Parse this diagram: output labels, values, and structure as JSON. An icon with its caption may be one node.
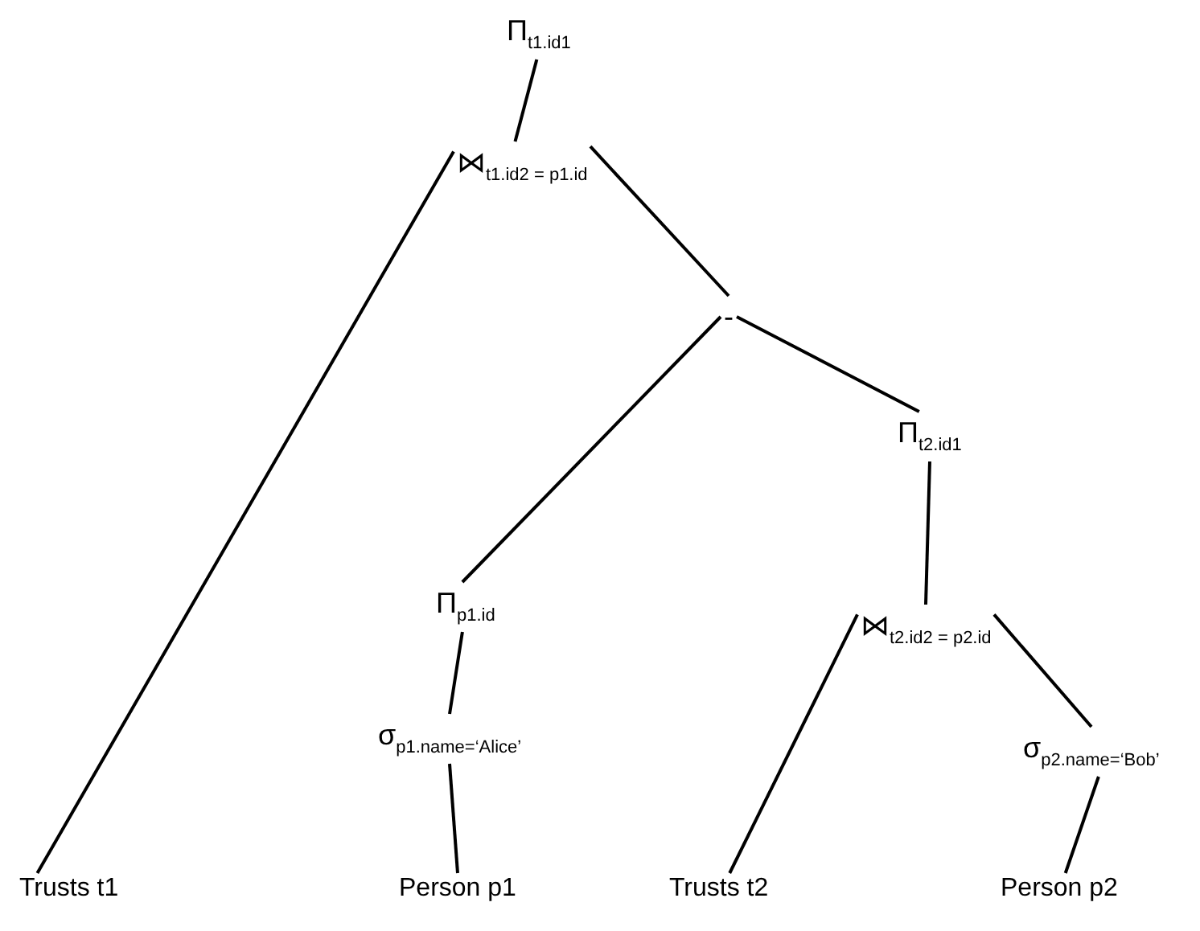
{
  "diagram": {
    "nodes": [
      {
        "text": [
          "Π$_{t1.id1}$"
        ]
      },
      {
        "text": [
          "⋈$_{t1.id2 = p1.id}$"
        ]
      },
      {
        "text": [
          "-"
        ]
      },
      {
        "text": [
          "Π$_{t2.id1}$"
        ]
      },
      {
        "text": [
          "Π$_{p1.id}$"
        ]
      },
      {
        "text": [
          "⋈$_{t2.id2 = p2.id}$"
        ]
      },
      {
        "text": [
          "σ$_{p1.name=‘Alice’}$"
        ]
      },
      {
        "text": [
          "σ$_{p2.name=‘Bob’}$"
        ]
      },
      {
        "text": [
          "Trusts t1"
        ]
      },
      {
        "text": [
          "Person p1"
        ]
      },
      {
        "text": [
          "Trusts t2"
        ]
      },
      {
        "text": [
          "Person p2"
        ]
      }
    ],
    "edges": [
      {
        "from": 0,
        "to": 1,
        "arrow": "none"
      },
      {
        "from": 1,
        "to": 8,
        "arrow": "none"
      },
      {
        "from": 1,
        "to": 2,
        "arrow": "none"
      },
      {
        "from": 2,
        "to": 4,
        "arrow": "none"
      },
      {
        "from": 2,
        "to": 3,
        "arrow": "none"
      },
      {
        "from": 3,
        "to": 5,
        "arrow": "none"
      },
      {
        "from": 4,
        "to": 6,
        "arrow": "none"
      },
      {
        "from": 6,
        "to": 9,
        "arrow": "none"
      },
      {
        "from": 5,
        "to": 10,
        "arrow": "none"
      },
      {
        "from": 5,
        "to": 7,
        "arrow": "none"
      },
      {
        "from": 7,
        "to": 11,
        "arrow": "none"
      }
    ]
  }
}
